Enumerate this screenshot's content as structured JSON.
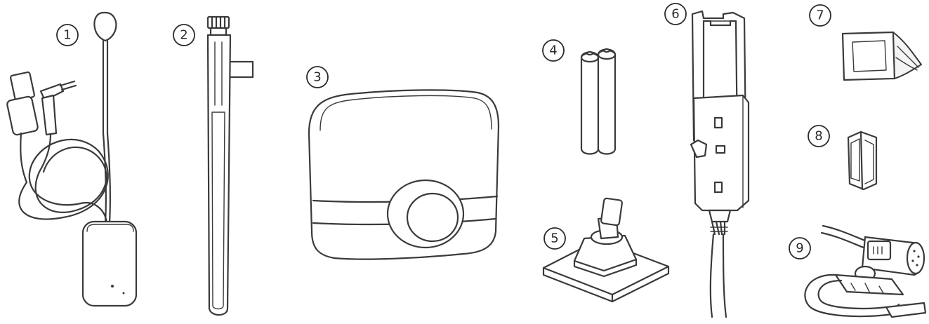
{
  "items": [
    {
      "key": "item-1",
      "number": "1"
    },
    {
      "key": "item-2",
      "number": "2"
    },
    {
      "key": "item-3",
      "number": "3"
    },
    {
      "key": "item-4",
      "number": "4"
    },
    {
      "key": "item-5",
      "number": "5"
    },
    {
      "key": "item-6",
      "number": "6"
    },
    {
      "key": "item-7",
      "number": "7"
    },
    {
      "key": "item-8",
      "number": "8"
    },
    {
      "key": "item-9",
      "number": "9"
    }
  ],
  "colors": {
    "line": "#3a3a3a",
    "background": "#ffffff"
  }
}
